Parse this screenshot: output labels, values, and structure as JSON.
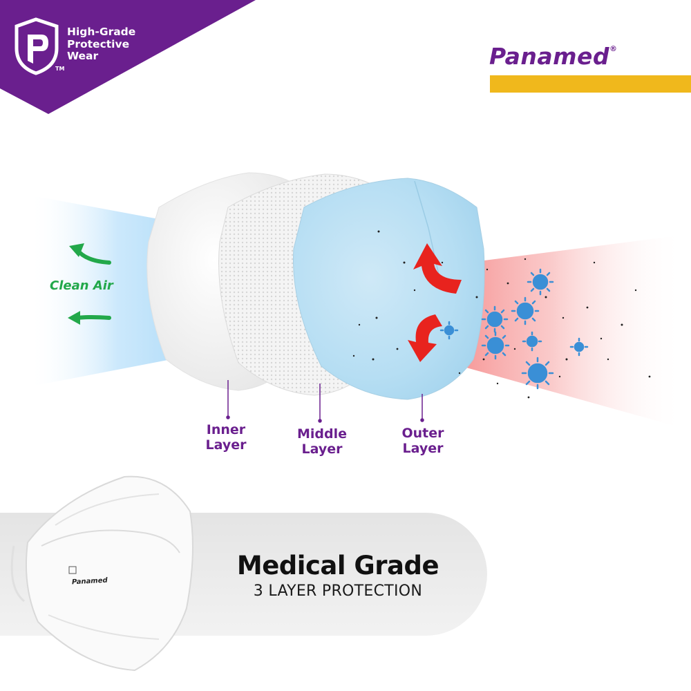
{
  "badge": {
    "lines": [
      "High-Grade",
      "Protective",
      "Wear"
    ],
    "trademark": "TM",
    "color": "#6a1f8e"
  },
  "brand": {
    "name": "Panamed",
    "registered": "®",
    "bar_color": "#f0b81c"
  },
  "flow": {
    "clean_air_label": "Clean Air",
    "clean_color": "#22a84a",
    "pollution_color": "#f06a6a",
    "virus_color": "#3a8fd6",
    "arrow_color": "#e8231e"
  },
  "layers": [
    {
      "line1": "Inner",
      "line2": "Layer"
    },
    {
      "line1": "Middle",
      "line2": "Layer"
    },
    {
      "line1": "Outer",
      "line2": "Layer"
    }
  ],
  "banner": {
    "title": "Medical Grade",
    "subtitle": "3 LAYER PROTECTION"
  },
  "mask_print": {
    "brand": "Panamed"
  }
}
